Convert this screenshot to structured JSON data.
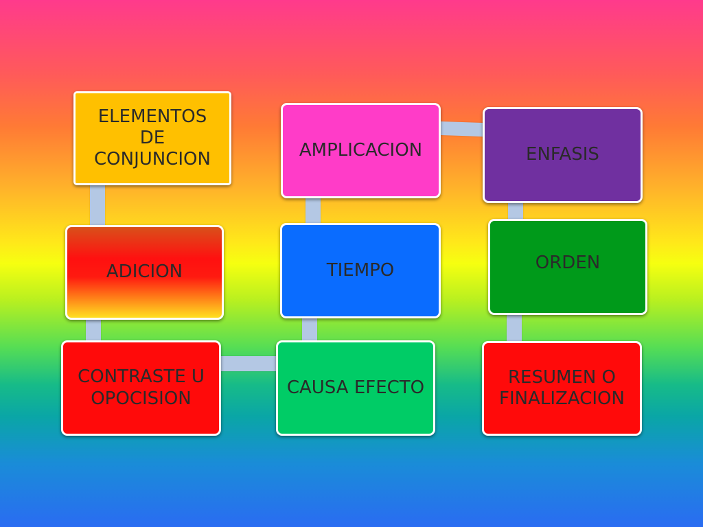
{
  "nodes": [
    {
      "id": "elementos",
      "label": "ELEMENTOS\nDE\nCONJUNCION",
      "color": "#ffc000"
    },
    {
      "id": "adicion",
      "label": "ADICION",
      "color": "linear-gradient(#d9501a, #ff1010 35%, #ff1a10 55%, #ffe020)"
    },
    {
      "id": "contraste",
      "label": "CONTRASTE U\nOPOCISION",
      "color": "#ff0a0a"
    },
    {
      "id": "amplicacion",
      "label": "AMPLICACION",
      "color": "#ff3cc8"
    },
    {
      "id": "tiempo",
      "label": "TIEMPO",
      "color": "#0a6cff"
    },
    {
      "id": "causa",
      "label": "CAUSA EFECTO",
      "color": "#00cc66"
    },
    {
      "id": "enfasis",
      "label": "ENFASIS",
      "color": "#7030a0"
    },
    {
      "id": "orden",
      "label": "ORDEN",
      "color": "#009a1a"
    },
    {
      "id": "resumen",
      "label": "RESUMEN O\nFINALIZACION",
      "color": "#ff0a0a"
    }
  ],
  "connector_color": "#b4c8e4"
}
